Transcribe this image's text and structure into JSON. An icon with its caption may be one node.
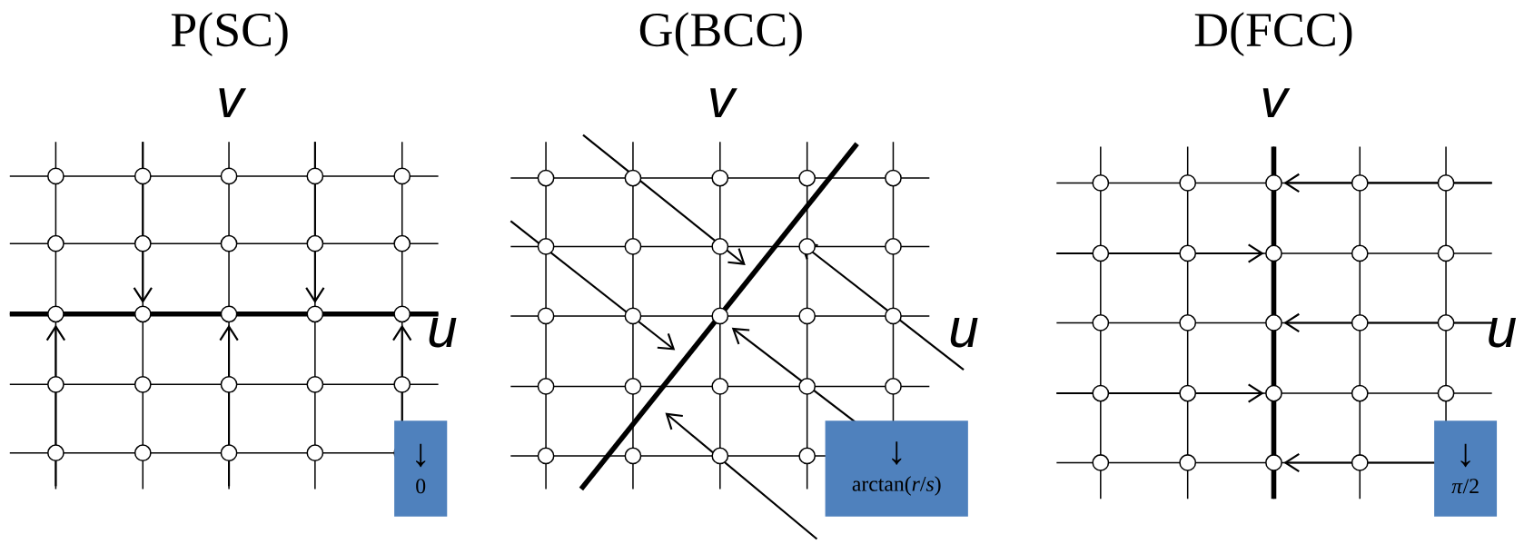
{
  "diagram": {
    "nodes": [
      {
        "text": [
          "↓",
          "0"
        ]
      },
      {
        "text": [
          "↓",
          "arctan(*r*/*s*)"
        ]
      },
      {
        "text": [
          "↓",
          "*π*/2"
        ]
      }
    ],
    "labels": [
      "P(SC)",
      "v",
      "u",
      "G(BCC)",
      "v",
      "u",
      "D(FCC)",
      "v",
      "u"
    ]
  }
}
